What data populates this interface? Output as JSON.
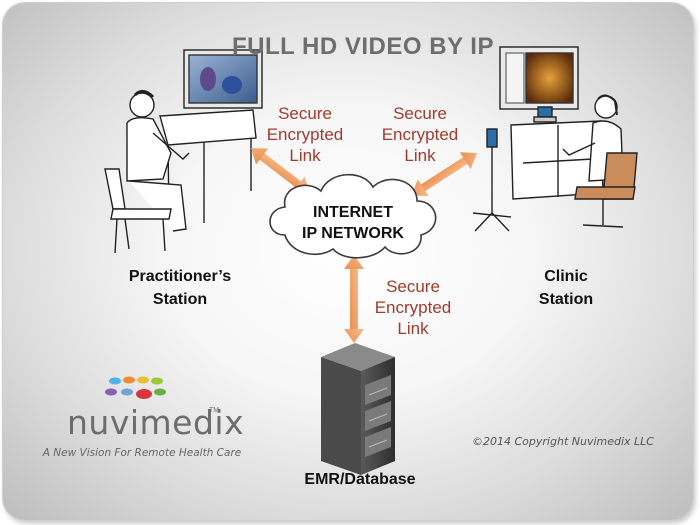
{
  "title": "FULL HD VIDEO BY IP",
  "links": {
    "left": [
      "Secure",
      "Encrypted",
      "Link"
    ],
    "right": [
      "Secure",
      "Encrypted",
      "Link"
    ],
    "bottom": [
      "Secure",
      "Encrypted",
      "Link"
    ]
  },
  "cloud": [
    "INTERNET",
    "IP NETWORK"
  ],
  "practitioner": [
    "Practitioner’s",
    "Station"
  ],
  "clinic": [
    "Clinic",
    "Station"
  ],
  "emr": "EMR/Database",
  "brand": {
    "name": "nuvimedix",
    "trademark": "TM",
    "tagline": "A New Vision For Remote Health Care",
    "dot_colors": [
      "#4fb3e6",
      "#f28b2f",
      "#e8c02e",
      "#9bc83b",
      "#8a5fb8",
      "#6fa4d8",
      "#d9363e",
      "#66b04a"
    ]
  },
  "copyright": "©2014 Copyright Nuvimedix LLC",
  "colors": {
    "arrow": "#f2a46a",
    "link_text": "#a33a2e"
  }
}
